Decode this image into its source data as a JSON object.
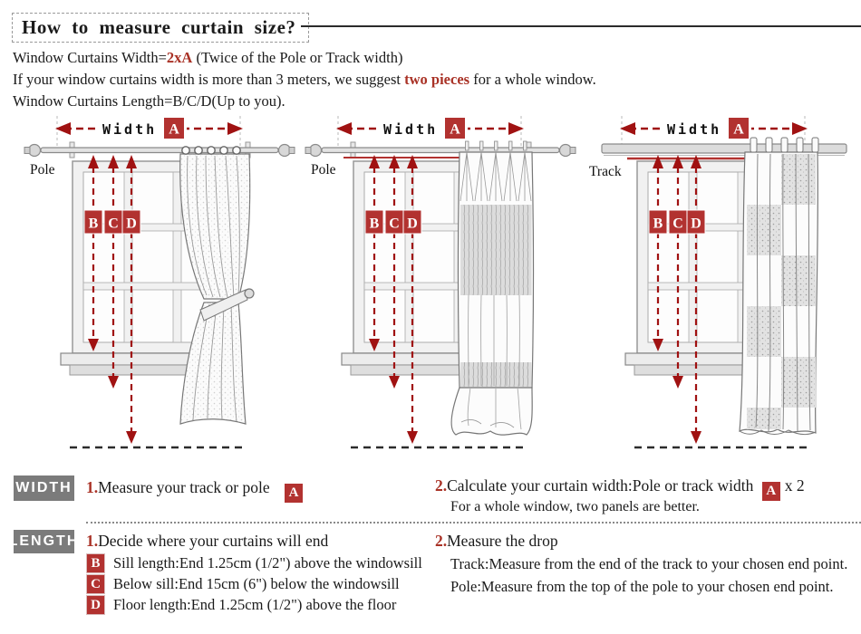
{
  "title": "How to measure curtain size?",
  "intro": {
    "line1_pre": "Window Curtains Width=",
    "line1_red": "2xA",
    "line1_post": " (Twice of the Pole or Track width)",
    "line2_pre": "If your window curtains width is more than 3 meters, we suggest ",
    "line2_red": "two pieces",
    "line2_post": " for a whole window.",
    "line3": "Window Curtains Length=B/C/D(Up to you)."
  },
  "diagram_labels": {
    "width": "Width",
    "a": "A",
    "b": "B",
    "c": "C",
    "d": "D"
  },
  "diagrams": [
    {
      "rod_label": "Pole",
      "curtain_style": "grommet curtain with tieback"
    },
    {
      "rod_label": "Pole",
      "curtain_style": "pleated sheer curtain pooling on floor"
    },
    {
      "rod_label": "Track",
      "curtain_style": "tab-top checkered curtain"
    }
  ],
  "width_section": {
    "badge": "WIDTH",
    "step1_num": "1.",
    "step1_text": "Measure your track or pole",
    "step1_box": "A",
    "step2_num": "2.",
    "step2_text": "Calculate your curtain width:Pole or track width",
    "step2_box": "A",
    "step2_suffix": "x 2",
    "step2_note": "For a whole window, two panels are better."
  },
  "length_section": {
    "badge": "LENGTH",
    "step1_num": "1.",
    "step1_text": "Decide where your curtains will end",
    "items": [
      {
        "key": "B",
        "text": "Sill length:End 1.25cm (1/2\") above the windowsill"
      },
      {
        "key": "C",
        "text": "Below sill:End 15cm (6\") below the windowsill"
      },
      {
        "key": "D",
        "text": "Floor length:End 1.25cm (1/2\") above the floor"
      }
    ],
    "step2_num": "2.",
    "step2_text": "Measure the drop",
    "step2_line1": "Track:Measure from the end of the track to your chosen end point.",
    "step2_line2": "Pole:Measure from the top of the pole to your chosen end point."
  },
  "colors": {
    "accent_red_text": "#A93226",
    "accent_red_box": "#B23230",
    "arrow_red": "#A01212",
    "badge_gray": "#7B7B7B"
  }
}
